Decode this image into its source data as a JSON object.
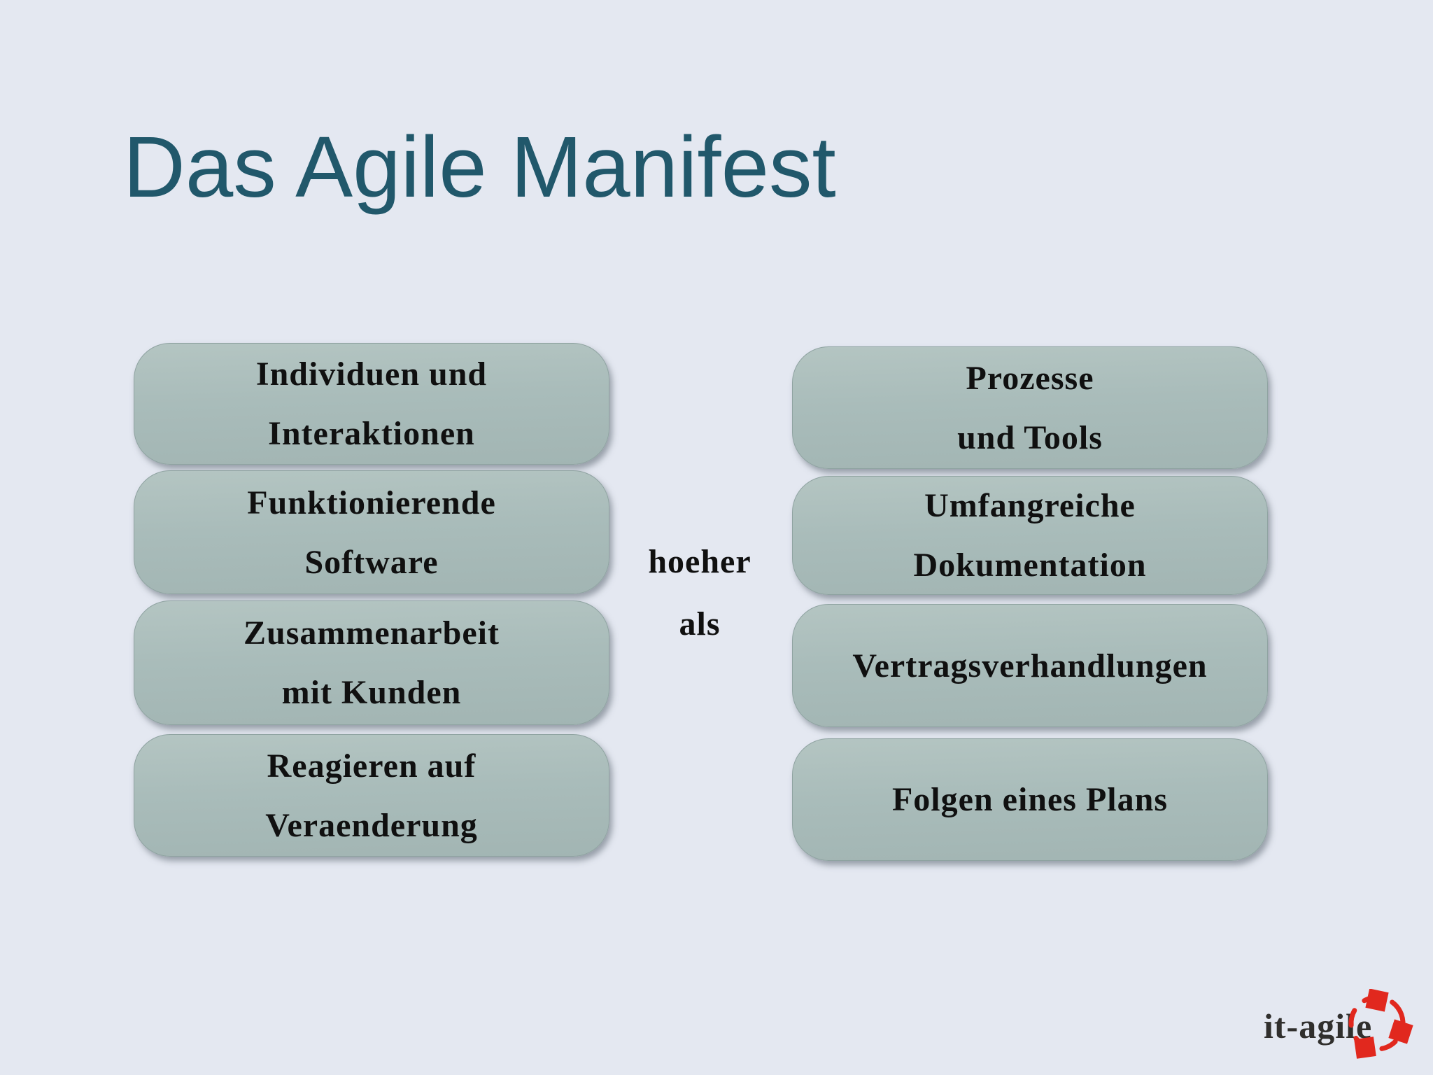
{
  "slide": {
    "title": "Das Agile Manifest"
  },
  "comparison": {
    "connector": "hoeher\nals",
    "left_items": [
      "Individuen und\nInteraktionen",
      "Funktionierende\nSoftware",
      "Zusammenarbeit\nmit Kunden",
      "Reagieren auf\nVeraenderung"
    ],
    "right_items": [
      "Prozesse\nund Tools",
      "Umfangreiche\nDokumentation",
      "Vertragsverhandlungen",
      "Folgen eines Plans"
    ]
  },
  "logo": {
    "text": "it-agile"
  },
  "colors": {
    "background": "#e4e8f1",
    "box_fill": "#a9bcba",
    "box_fill_light": "#b4c5c2",
    "box_border": "#8fa3a1",
    "box_shadow": "rgba(88,99,110,0.55)",
    "title": "#21586b",
    "text": "#101010",
    "logo_red": "#e1281e",
    "logo_text": "#302f2d"
  }
}
